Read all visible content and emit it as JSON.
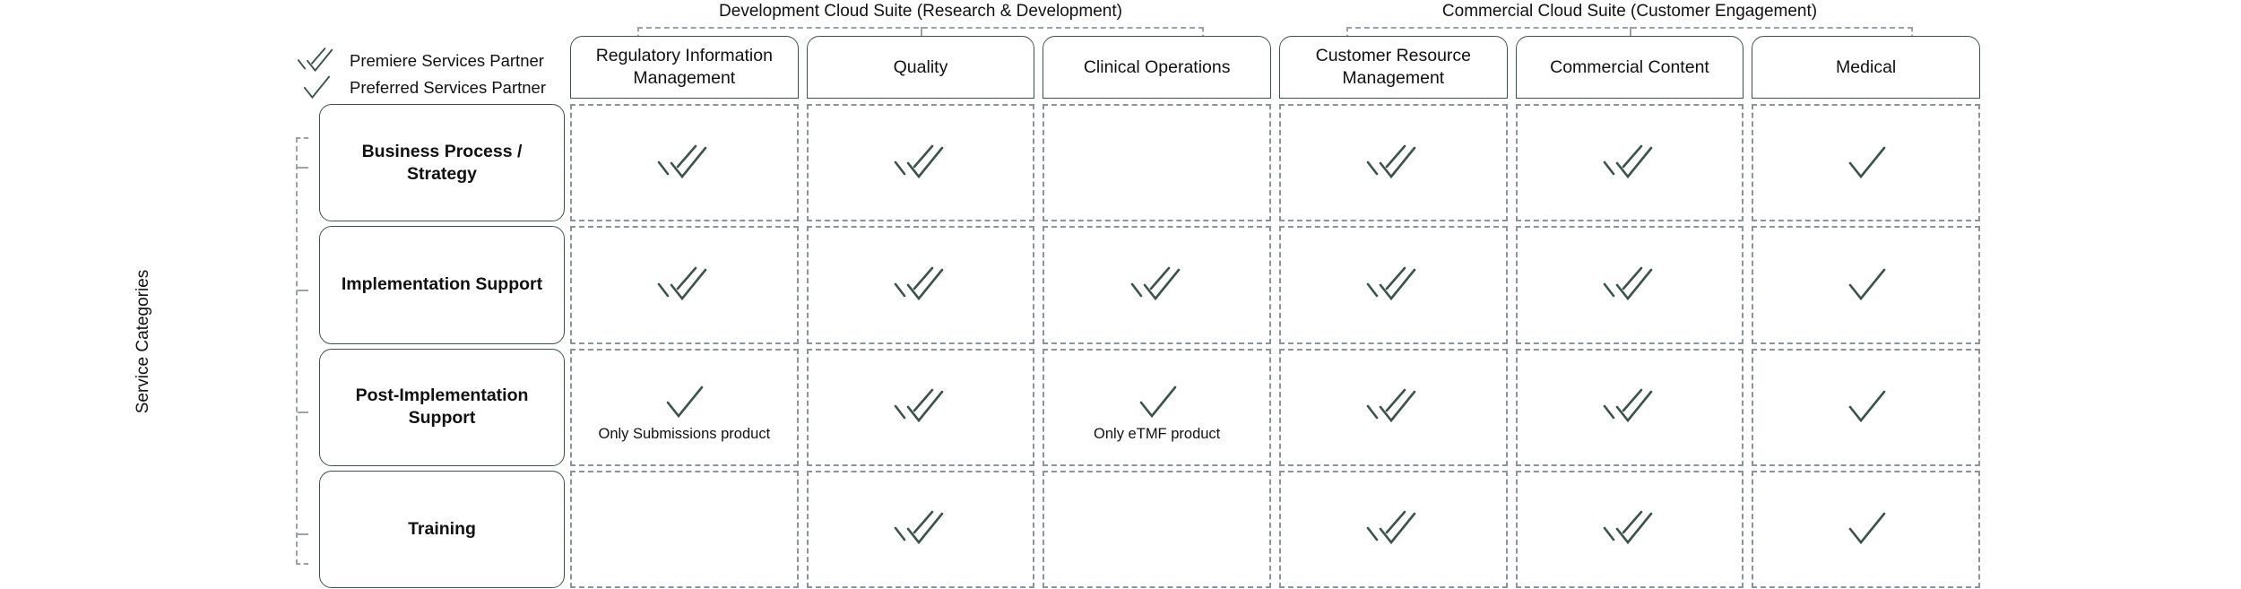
{
  "legend": {
    "items": [
      {
        "icon": "double-check-icon",
        "label": "Premiere Services Partner",
        "mark": "double"
      },
      {
        "icon": "single-check-icon",
        "label": "Preferred Services Partner",
        "mark": "single"
      }
    ]
  },
  "axis": {
    "row_axis_title": "Service Categories"
  },
  "colors": {
    "check": "#3a5449",
    "card_border": "#3a5449",
    "cell_border": "#8b9499",
    "bracket": "#9aa3a8",
    "text": "#111111",
    "background": "#ffffff"
  },
  "column_groups": [
    {
      "label": "Development Cloud Suite (Research & Development)",
      "span": 3
    },
    {
      "label": "Commercial Cloud Suite (Customer Engagement)",
      "span": 3
    }
  ],
  "columns": [
    {
      "label": "Regulatory Information Management"
    },
    {
      "label": "Quality"
    },
    {
      "label": "Clinical Operations"
    },
    {
      "label": "Customer Resource Management"
    },
    {
      "label": "Commercial Content"
    },
    {
      "label": "Medical"
    }
  ],
  "rows": [
    {
      "label": "Business Process / Strategy"
    },
    {
      "label": "Implementation Support"
    },
    {
      "label": "Post-Implementation Support"
    },
    {
      "label": "Training"
    }
  ],
  "matrix": [
    [
      {
        "mark": "double",
        "note": ""
      },
      {
        "mark": "double",
        "note": ""
      },
      {
        "mark": "none",
        "note": ""
      },
      {
        "mark": "double",
        "note": ""
      },
      {
        "mark": "double",
        "note": ""
      },
      {
        "mark": "single",
        "note": ""
      }
    ],
    [
      {
        "mark": "double",
        "note": ""
      },
      {
        "mark": "double",
        "note": ""
      },
      {
        "mark": "double",
        "note": ""
      },
      {
        "mark": "double",
        "note": ""
      },
      {
        "mark": "double",
        "note": ""
      },
      {
        "mark": "single",
        "note": ""
      }
    ],
    [
      {
        "mark": "single",
        "note": "Only Submissions product"
      },
      {
        "mark": "double",
        "note": ""
      },
      {
        "mark": "single",
        "note": "Only eTMF product"
      },
      {
        "mark": "double",
        "note": ""
      },
      {
        "mark": "double",
        "note": ""
      },
      {
        "mark": "single",
        "note": ""
      }
    ],
    [
      {
        "mark": "none",
        "note": ""
      },
      {
        "mark": "double",
        "note": ""
      },
      {
        "mark": "none",
        "note": ""
      },
      {
        "mark": "double",
        "note": ""
      },
      {
        "mark": "double",
        "note": ""
      },
      {
        "mark": "single",
        "note": ""
      }
    ]
  ]
}
